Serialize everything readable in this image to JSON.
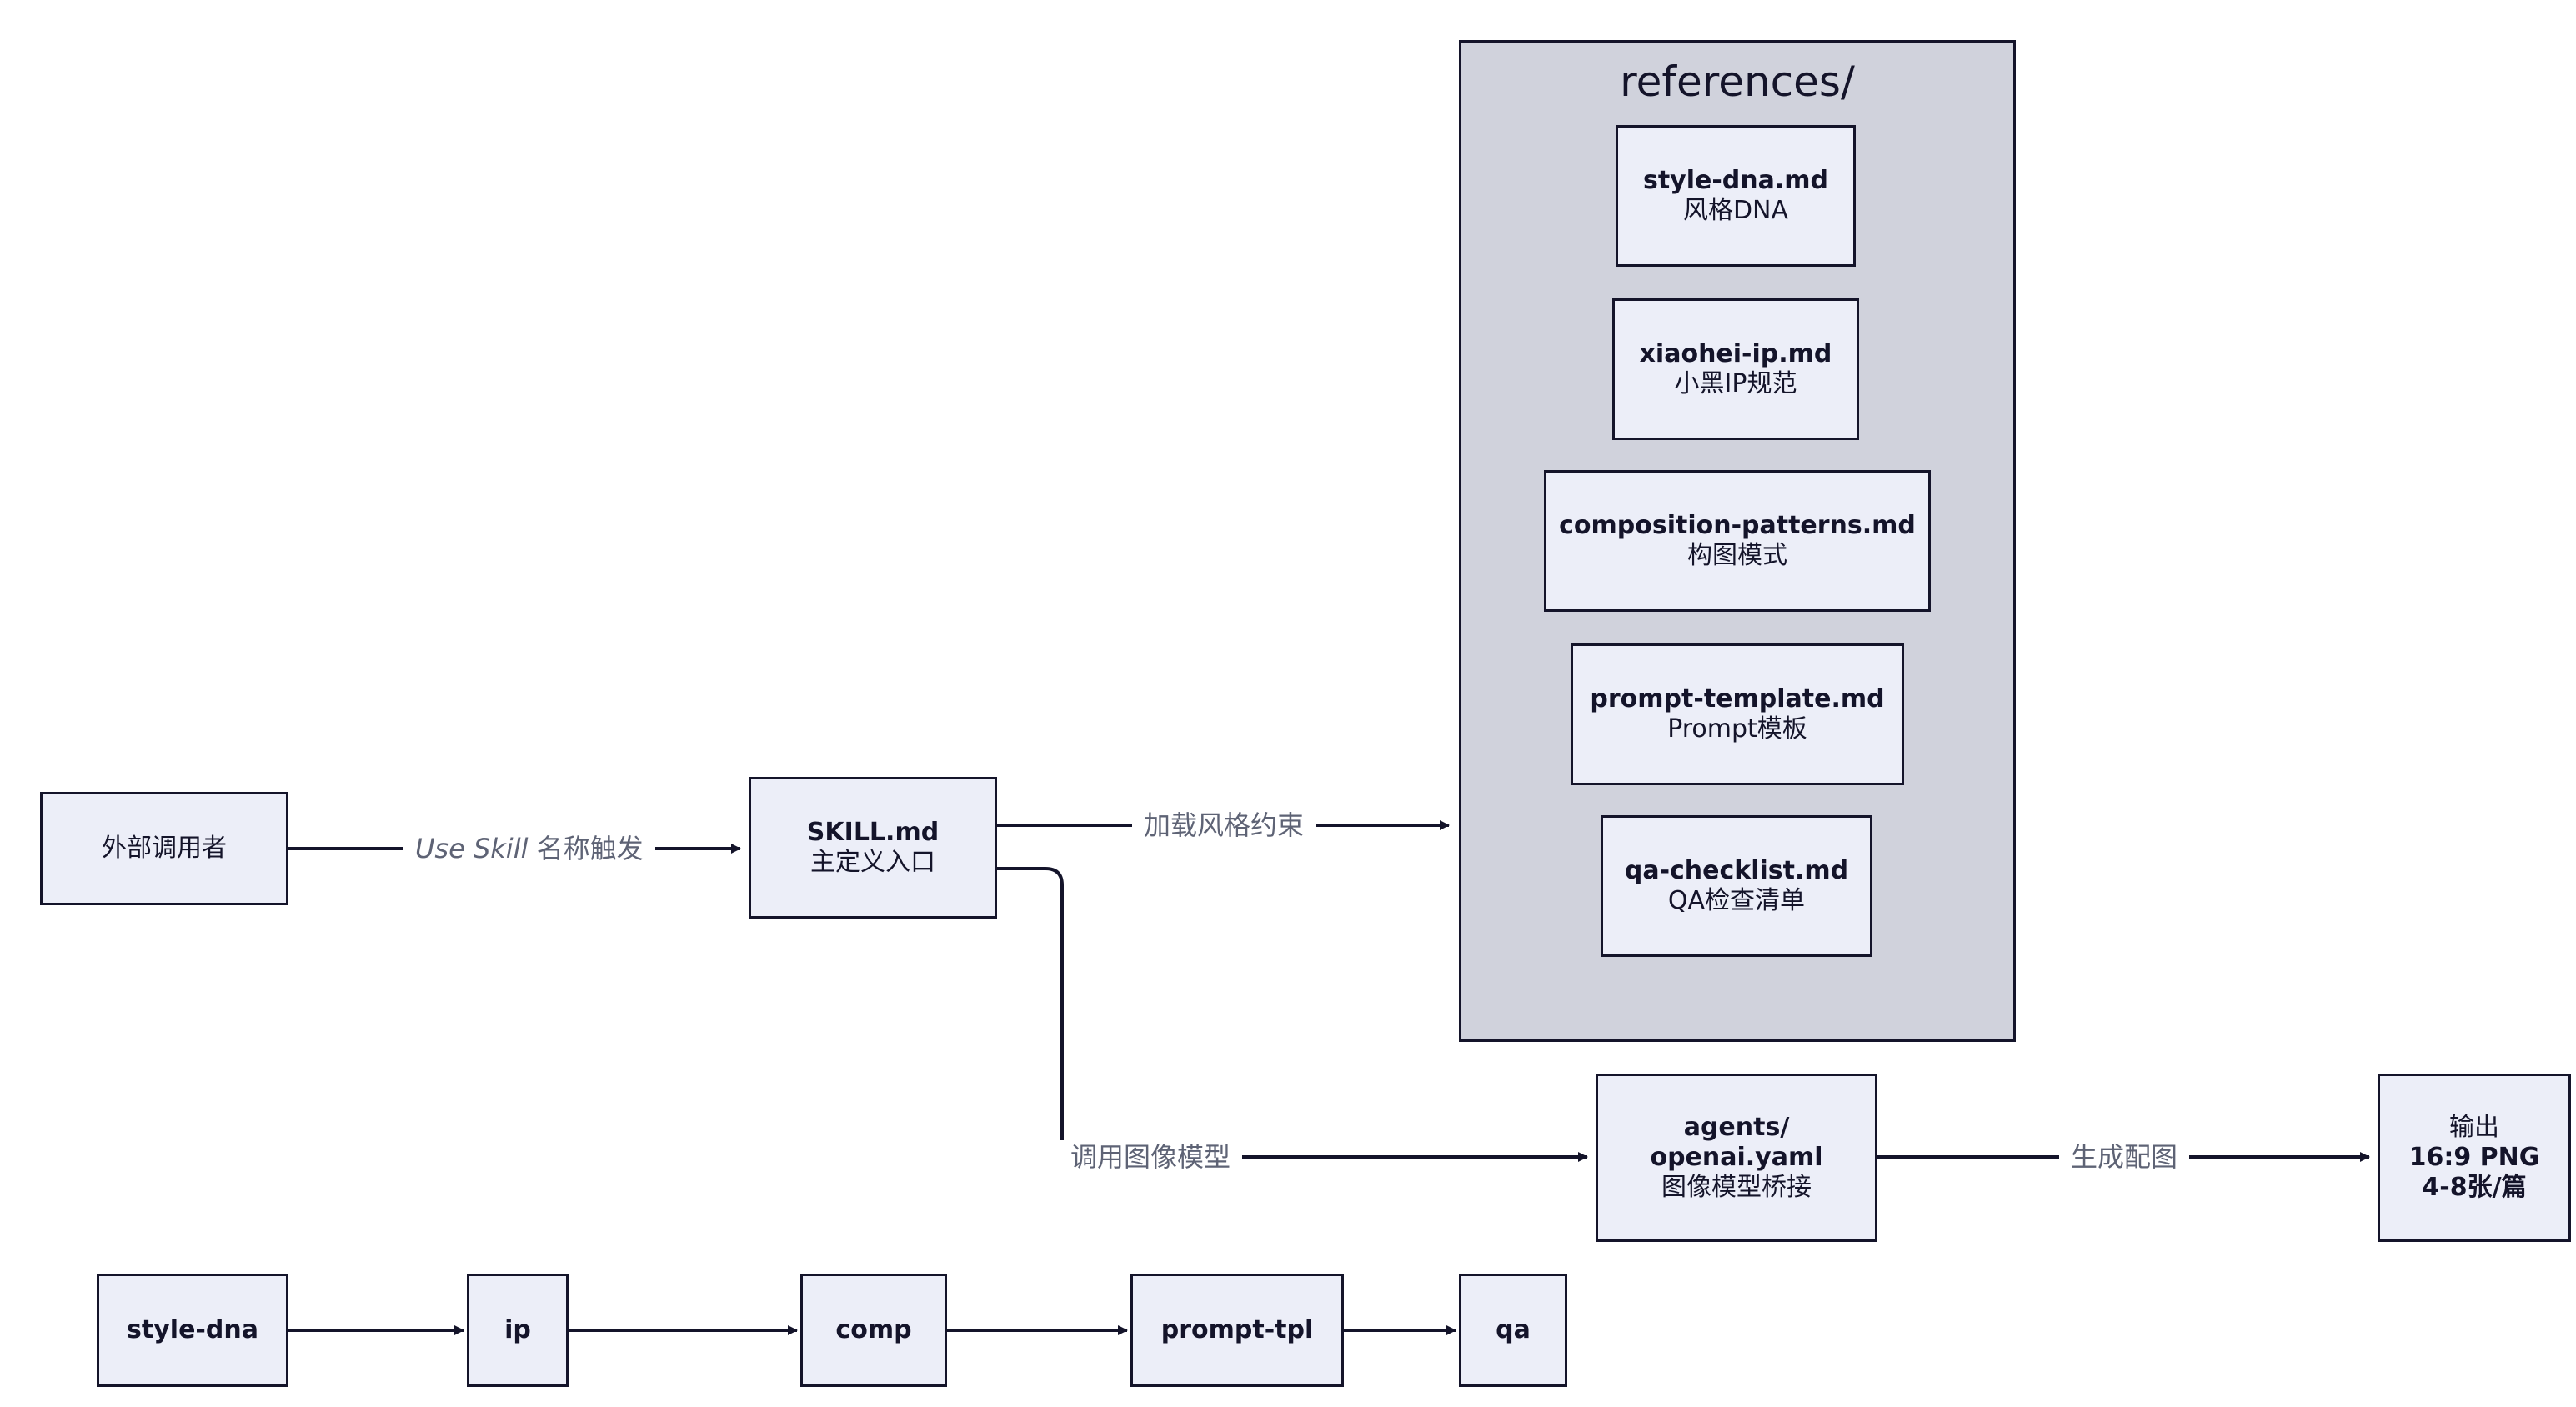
{
  "cluster": {
    "title": "references/"
  },
  "nodes": {
    "caller": {
      "line1": "外部调用者"
    },
    "skill": {
      "line1": "SKILL.md",
      "line2": "主定义入口"
    },
    "style_dna": {
      "line1": "style-dna.md",
      "line2": "风格DNA"
    },
    "xiaohei": {
      "line1": "xiaohei-ip.md",
      "line2": "小黑IP规范"
    },
    "composition": {
      "line1": "composition-patterns.md",
      "line2": "构图模式"
    },
    "prompt_tpl": {
      "line1": "prompt-template.md",
      "line2": "Prompt模板"
    },
    "qa_checklist": {
      "line1": "qa-checklist.md",
      "line2": "QA检查清单"
    },
    "agents": {
      "line1": "agents/",
      "line2": "openai.yaml",
      "line3": "图像模型桥接"
    },
    "output": {
      "line1": "输出",
      "line2": "16:9 PNG",
      "line3": "4-8张/篇"
    },
    "flow_style_dna": {
      "line1": "style-dna"
    },
    "flow_ip": {
      "line1": "ip"
    },
    "flow_comp": {
      "line1": "comp"
    },
    "flow_prompt_tpl": {
      "line1": "prompt-tpl"
    },
    "flow_qa": {
      "line1": "qa"
    }
  },
  "edges": {
    "caller_to_skill": {
      "italic": "Use Skill",
      "text": " 名称触发"
    },
    "skill_to_refs": {
      "text": "加载风格约束"
    },
    "skill_to_agents": {
      "text": "调用图像模型"
    },
    "agents_to_output": {
      "text": "生成配图"
    }
  },
  "colors": {
    "stroke": "#14142a",
    "node_fill": "#eceef8",
    "cluster_fill": "#d0d2dc",
    "label_text": "#5e6375"
  }
}
